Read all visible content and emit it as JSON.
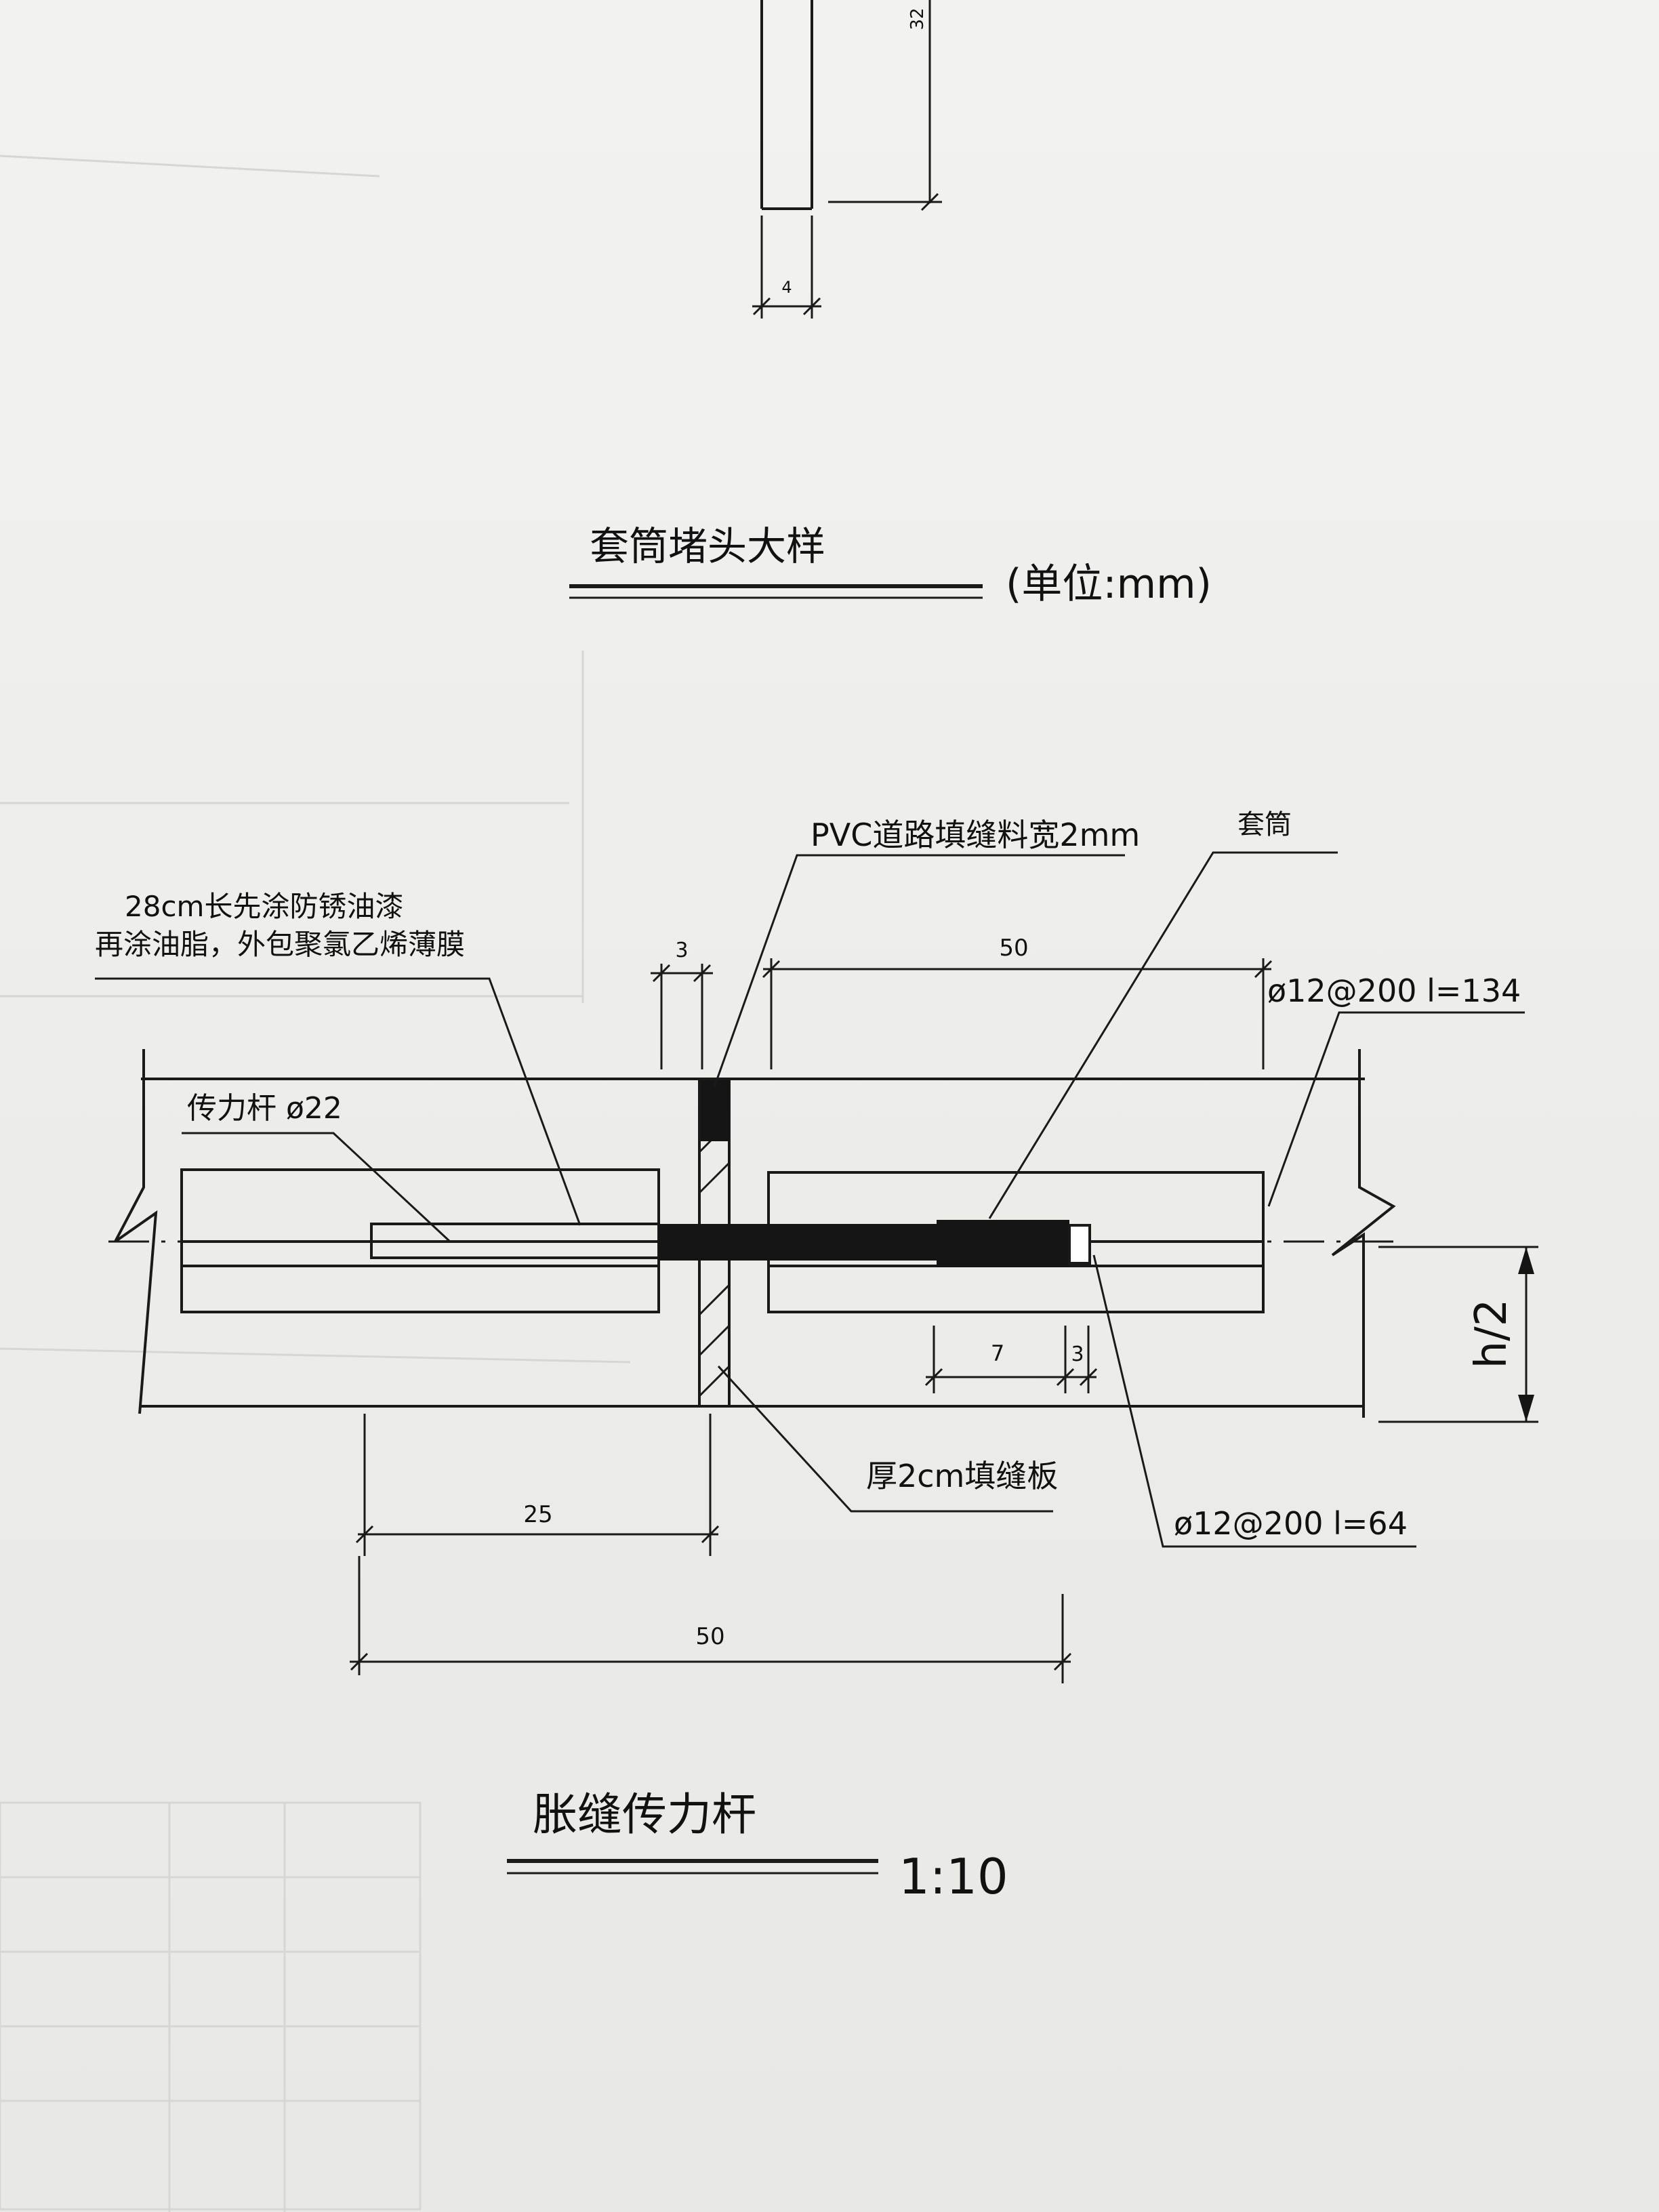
{
  "sleeve_detail": {
    "dim_height": "32",
    "dim_width": "4",
    "title": "套筒堵头大样",
    "unit_note": "(单位:mm)"
  },
  "joint_detail": {
    "labels": {
      "filler_pvc": "PVC道路填缝料宽2mm",
      "sleeve": "套筒",
      "coating_line1": "28cm长先涂防锈油漆",
      "coating_line2": "再涂油脂，外包聚氯乙烯薄膜",
      "dowel_bar": "传力杆 ø22",
      "rebar_top": "ø12@200  l=134",
      "filler_board": "厚2cm填缝板",
      "rebar_bottom": "ø12@200  l=64"
    },
    "dimensions": {
      "gap_top": "3",
      "sleeve_span": "50",
      "sleeve_len": "7",
      "sleeve_cap": "3",
      "half_depth": "h/2",
      "half_bar": "25",
      "full_bar": "50"
    },
    "title": "胀缝传力杆",
    "scale": "1:10"
  }
}
